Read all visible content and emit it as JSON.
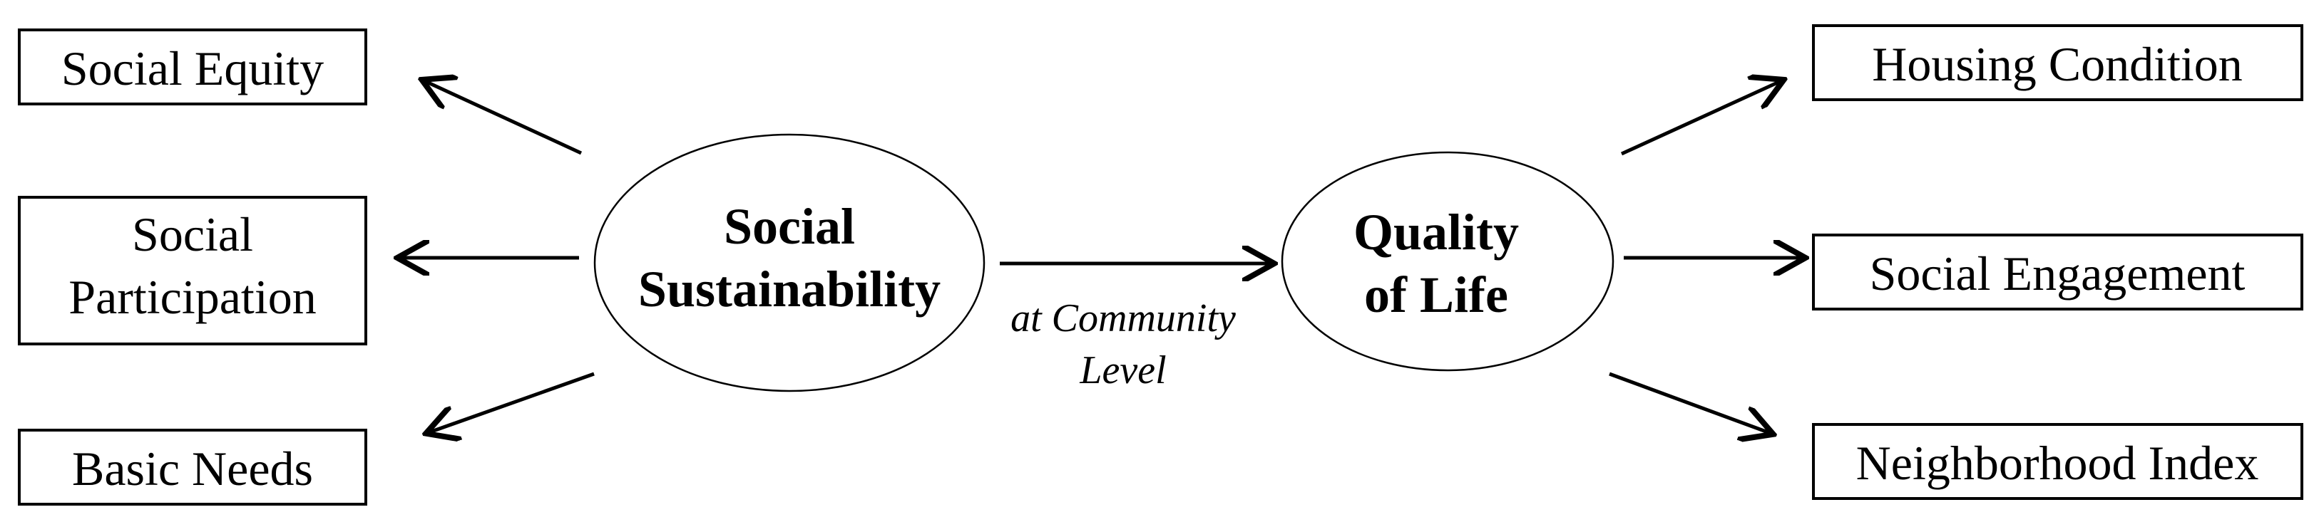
{
  "left_boxes": {
    "social_equity": "Social Equity",
    "social_participation": [
      "Social",
      "Participation"
    ],
    "basic_needs": "Basic Needs"
  },
  "right_boxes": {
    "housing_condition": "Housing Condition",
    "social_engagement": "Social Engagement",
    "neighborhood_index": "Neighborhood Index"
  },
  "concepts": {
    "social_sustainability": [
      "Social",
      "Sustainability"
    ],
    "quality_of_life": [
      "Quality",
      "of Life"
    ]
  },
  "link_label": [
    "at Community",
    "Level"
  ]
}
